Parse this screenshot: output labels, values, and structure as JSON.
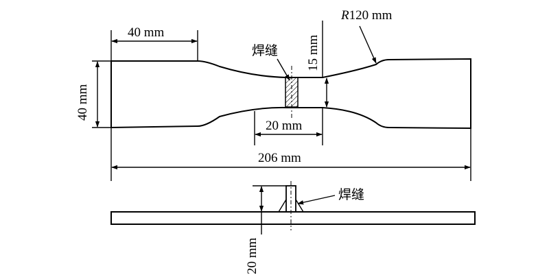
{
  "dimensions": {
    "grip_length": "40 mm",
    "radius": "R120 mm",
    "radius_letter": "R",
    "radius_value": "120 mm",
    "neck_width": "15 mm",
    "weld_gap": "20 mm",
    "total_length": "206 mm",
    "grip_width": "40 mm",
    "rib_height": "20 mm"
  },
  "labels": {
    "weld_top": "焊缝",
    "weld_bottom": "焊缝"
  }
}
